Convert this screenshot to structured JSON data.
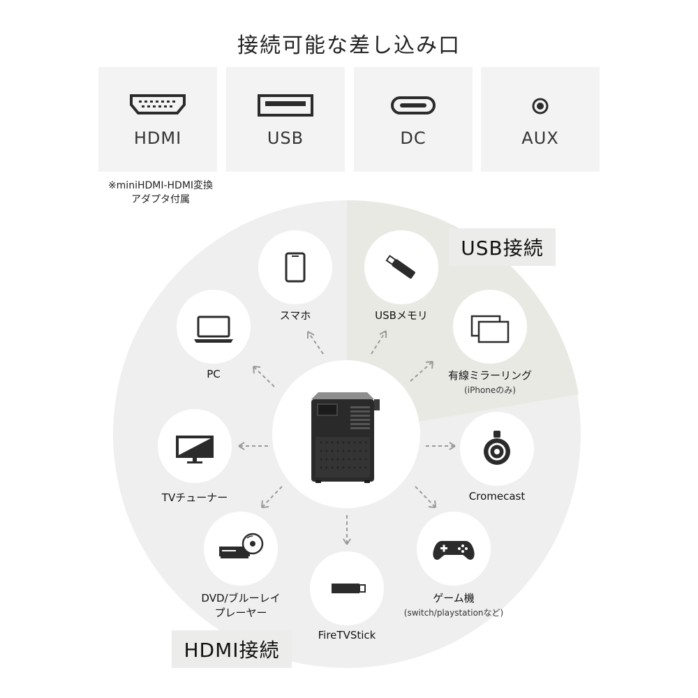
{
  "title": "接続可能な差し込み口",
  "ports": [
    {
      "label": "HDMI",
      "icon": "hdmi-port-icon"
    },
    {
      "label": "USB",
      "icon": "usb-port-icon"
    },
    {
      "label": "DC",
      "icon": "usb-c-port-icon"
    },
    {
      "label": "AUX",
      "icon": "aux-port-icon"
    }
  ],
  "port_note": {
    "line1": "※miniHDMI-HDMI変換",
    "line2": "アダプタ付属"
  },
  "sections": {
    "usb": "USB接続",
    "hdmi": "HDMI接続"
  },
  "center_device": {
    "icon": "projector-icon"
  },
  "devices": {
    "smartphone": {
      "label": "スマホ",
      "icon": "smartphone-icon"
    },
    "usb_memory": {
      "label": "USBメモリ",
      "icon": "usb-stick-icon"
    },
    "pc": {
      "label": "PC",
      "icon": "laptop-icon"
    },
    "mirroring": {
      "label": "有線ミラーリング",
      "sub": "(iPhoneのみ)",
      "icon": "screen-mirroring-icon"
    },
    "tv_tuner": {
      "label": "TVチューナー",
      "icon": "tv-icon"
    },
    "chromecast": {
      "label": "Cromecast",
      "icon": "chromecast-icon"
    },
    "dvd": {
      "label": "DVD/ブルーレイ",
      "label2": "プレーヤー",
      "icon": "dvd-player-icon"
    },
    "firetv": {
      "label": "FireTVStick",
      "icon": "fire-tv-stick-icon"
    },
    "game": {
      "label": "ゲーム機",
      "sub": "(switch/playstationなど)",
      "icon": "gamepad-icon"
    }
  },
  "colors": {
    "hdmi_area": "#efefef",
    "usb_area": "#e9e9e4",
    "card": "#f3f3f3",
    "icon": "#2b2b2b",
    "arrow": "#9a9a9a"
  }
}
